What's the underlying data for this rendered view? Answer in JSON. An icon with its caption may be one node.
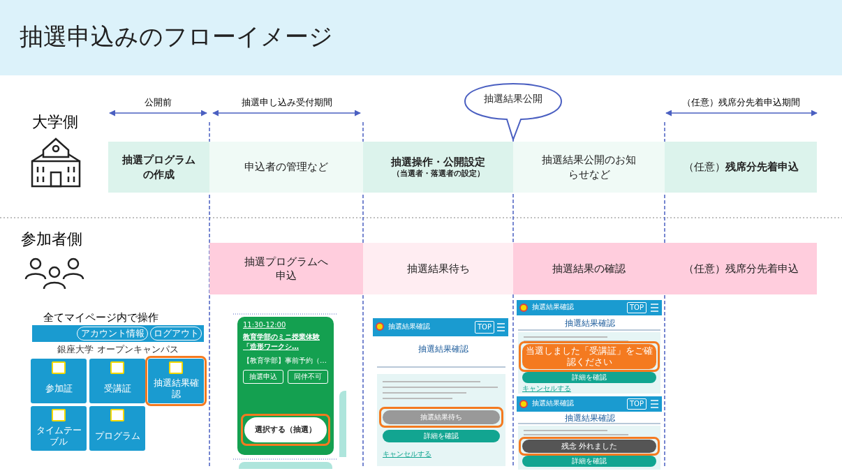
{
  "diagram": {
    "title": "抽選申込みのフローイメージ",
    "nodes": [
      {
        "text": [
          "抽選プログラムの作成"
        ]
      },
      {
        "text": [
          "申込者の管理など"
        ]
      },
      {
        "text": [
          "抽選操作・公開設定",
          "（当選者・落選者の設定）"
        ]
      },
      {
        "text": [
          "抽選結果公開のお知らせなど"
        ]
      },
      {
        "text": [
          "（任意）**残席分先着申込**"
        ]
      },
      {
        "text": [
          "抽選プログラムへ申込"
        ]
      },
      {
        "text": [
          "抽選結果待ち"
        ]
      },
      {
        "text": [
          "抽選結果の確認"
        ]
      },
      {
        "text": [
          "（任意）残席分先着申込"
        ]
      },
      {
        "text": [
          "抽選結果公開"
        ]
      }
    ],
    "edges": [],
    "labels": [
      "公開前",
      "抽選申し込み受付期間",
      "（任意）残席分先着申込期間",
      "大学側",
      "参加者側",
      "全てマイページ内で操作",
      "アカウント情報",
      "ログアウト",
      "銀座大学 オープンキャンパス",
      "参加証",
      "受講証",
      "抽選結果確認",
      "タイムテーブル",
      "プログラム",
      "11:30-12:00",
      "教育学部のミニ授業体験「造形ワークシ…",
      "【教育学部】事前予約（…",
      "抽選申込",
      "同伴不可",
      "選択する（抽選）",
      "抽選結果確認",
      "TOP",
      "抽選結果確認",
      "抽選結果待ち",
      "詳細を確認",
      "キャンセルする",
      "抽選結果確認",
      "TOP",
      "抽選結果確認",
      "当選しました「受講証」をご確認ください",
      "詳細を確認",
      "キャンセルする",
      "抽選結果確認",
      "TOP",
      "抽選結果確認",
      "残念 外れました",
      "詳細を確認"
    ]
  }
}
